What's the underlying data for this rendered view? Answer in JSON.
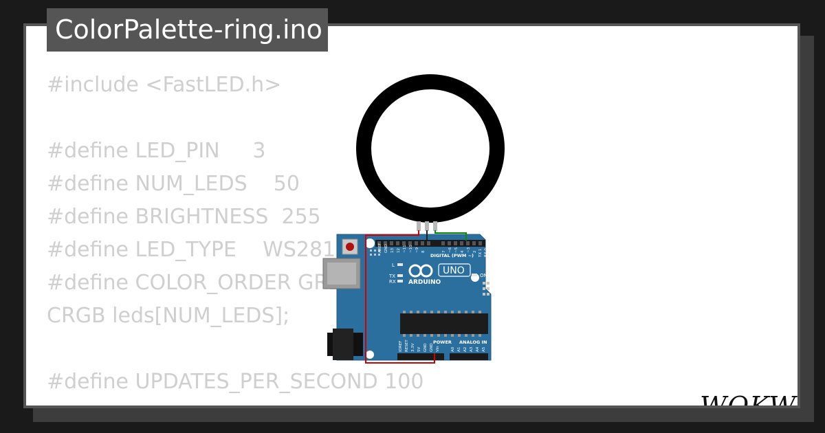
{
  "page": {
    "title": "ColorPalette-ring.ino"
  },
  "code": {
    "lines": [
      "#include <FastLED.h>",
      "",
      "#define LED_PIN     3",
      "#define NUM_LEDS    50",
      "#define BRIGHTNESS  255",
      "#define LED_TYPE    WS2811",
      "#define COLOR_ORDER GRB",
      "CRGB leds[NUM_LEDS];",
      "",
      "#define UPDATES_PER_SECOND 100"
    ]
  },
  "board": {
    "brand": "ARDUINO",
    "model": "UNO",
    "digital_label": "DIGITAL (PWM ~)",
    "power_label": "POWER",
    "analog_label": "ANALOG IN",
    "on_label": "ON",
    "l_label": "L",
    "tx_label": "TX",
    "rx_label": "RX",
    "top_pins": [
      "AREF",
      "GND",
      "13",
      "12",
      "~11",
      "~10",
      "~9",
      "8",
      "7",
      "~6",
      "~5",
      "4",
      "~3",
      "2",
      "TX 1",
      "RX 0"
    ],
    "bottom_pins": [
      "IOREF",
      "RESET",
      "3.3V",
      "5V",
      "GND",
      "GND",
      "Vin",
      "A0",
      "A1",
      "A2",
      "A3",
      "A4",
      "A5"
    ]
  },
  "brand": {
    "logo_text": "WOKWi"
  },
  "colors": {
    "board_blue": "#2a6f9e",
    "ring": "#000000",
    "wire_red": "#d00000",
    "wire_green": "#0a8a0a",
    "code_text": "#cfcfcf",
    "title_bg": "#555555"
  }
}
